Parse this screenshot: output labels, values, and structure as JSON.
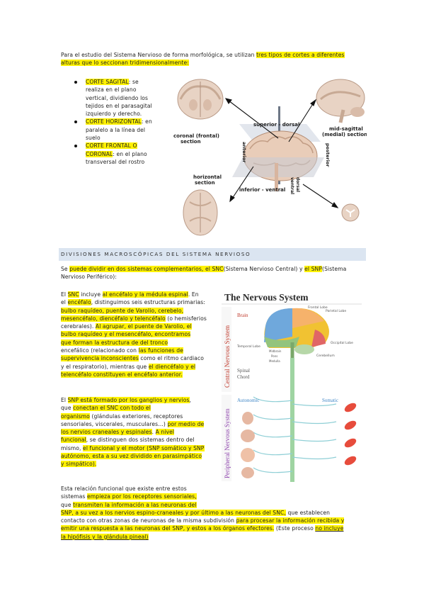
{
  "intro": {
    "t1": "Para el estudio del Sistema Nervioso de forma morfológica, se utilizan ",
    "t2": "tres tipos de cortes a diferentes",
    "t3": "alturas que lo seccionan tridimensionalmente:"
  },
  "cuts": [
    {
      "term": "CORTE SAGITAL",
      "rest_lines": [
        ": se",
        "realiza en el plano",
        "vertical, dividiendo los",
        "tejidos en el parasagital",
        "izquierdo y derecho."
      ]
    },
    {
      "term": "CORTE HORIZONTAL",
      "rest_lines": [
        ": en",
        "paralelo a la línea del",
        "suelo"
      ]
    },
    {
      "term_lines": [
        "CORTE FRONTAL O",
        "CORONAL"
      ],
      "rest_lines": [
        ": en el plano",
        "transversal del rostro"
      ]
    }
  ],
  "brain_diagram": {
    "superior": "superior - dorsal",
    "coronal": [
      "coronal (frontal)",
      "section"
    ],
    "midsagittal": [
      "mid-sagittal",
      "(medial) section"
    ],
    "anterior": "anterior",
    "posterior": "posterior",
    "horizontal": [
      "horizontal",
      "section"
    ],
    "inferior": "inferior - ventral",
    "dorsal": "dorsal",
    "ventral": "ventral"
  },
  "section_title": "DIVISIONES MACROSCÓPICAS DEL SISTEMA NERVIOSO",
  "para1": {
    "l1a": "Se ",
    "l1b": "puede dividir en dos sistemas complementarios, el SNC",
    "l1c": "(Sistema Nervioso Central) y ",
    "l1d": "el SNP",
    "l1e": "(Sistema",
    "l2": "Nervioso Periférico):"
  },
  "snc": [
    [
      "El ",
      "SNC",
      " incluye ",
      "al encéfalo y la médula espinal",
      ". En"
    ],
    [
      "el ",
      "encéfalo",
      ", distinguimos seis estructuras primarias:"
    ],
    [
      "",
      "bulbo raquídeo, puente de Varolio, cerebelo,"
    ],
    [
      "",
      "mesencéfalo, diencéfalo y telencéfalo",
      " (o hemisferios"
    ],
    [
      "cerebrales). ",
      "Al agrupar, el puente de Varolio, el"
    ],
    [
      "",
      "bulbo raquídeo y el mesencéfalo, encontramos"
    ],
    [
      "",
      "que forman la estructura de del tronco"
    ],
    [
      "encefálico",
      " (relacionado con ",
      "las funciones de"
    ],
    [
      "",
      "supervivencia inconscientes",
      " como el ritmo cardiaco"
    ],
    [
      "y el respiratorio), mientras que ",
      "el diencéfalo y el"
    ],
    [
      "",
      "telencéfalo constituyen el encéfalo anterior."
    ]
  ],
  "snp": [
    [
      "El ",
      "SNP está formado por los ganglios y nervios",
      ","
    ],
    [
      "que ",
      "conectan el SNC con todo el"
    ],
    [
      "",
      "organismo",
      " (glándulas exteriores, receptores"
    ],
    [
      "sensoriales, viscerales, musculares…) ",
      "por medio de"
    ],
    [
      "",
      "los nervios craneales y espinales",
      ". ",
      "A nivel"
    ],
    [
      "",
      "funcional",
      ", se distinguen dos sistemas dentro del"
    ],
    [
      "mismo, ",
      "el funcional y el motor (SNP somático y SNP"
    ],
    [
      "",
      "autónomo, esta a su vez dividido en parasimpático"
    ],
    [
      "",
      "y simpático)."
    ]
  ],
  "final": {
    "l1": "Esta relación funcional que existe entre estos",
    "l2a": "sistemas ",
    "l2b": "empieza por los receptores sensoriales,",
    "l3a": "que ",
    "l3b": "transmiten la información a las neuronas del",
    "l4": "SNP, a su vez a los nervios espino-craneales y por último a las neuronas del SNC,",
    "l4b": " que establecen",
    "l5a": "contacto con otras zonas de neuronas de la misma subdivisión ",
    "l5b": "para procesar la información recibida y",
    "l6a": "emitir una respuesta a las neuronas del SNP, y estos a los órganos efectores.",
    "l6b": " (Este proceso ",
    "l6c": "no incluye",
    "l7": "la hipófisis y la glándula pineal)"
  },
  "nervous_system": {
    "title": "The Nervous System",
    "cns": "Central Nervous System",
    "pns": "Peripheral Nervous System",
    "brain": "Brain",
    "spinal": [
      "Spinal",
      "Chord"
    ],
    "autonomic": "Autonomic",
    "somatic": "Somatic",
    "lobes": [
      "Frontal Lobe",
      "Parietal Lobe",
      "Temporal Lobe",
      "Occipital Lobe",
      "Cerebellum"
    ],
    "parts": [
      "Midbrain",
      "Pons",
      "Medulla"
    ]
  }
}
